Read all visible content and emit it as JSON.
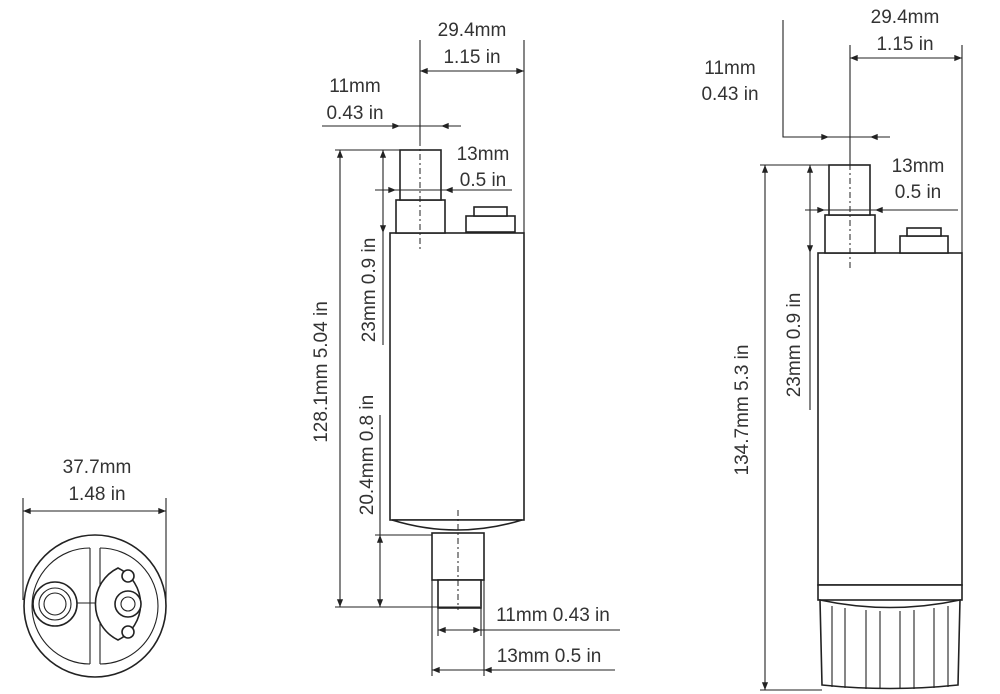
{
  "end_view": {
    "width_mm": "37.7mm",
    "width_in": "1.48 in"
  },
  "side_view_1": {
    "width_mm": "29.4mm",
    "width_in": "1.15 in",
    "top_outlet_inner_mm": "11mm",
    "top_outlet_inner_in": "0.43 in",
    "top_outlet_outer_mm": "13mm",
    "top_outlet_outer_in": "0.5 in",
    "overall_length": "128.1mm 5.04 in",
    "top_outlet_length": "23mm  0.9 in",
    "bottom_inlet_length": "20.4mm  0.8 in",
    "bottom_inner": "11mm 0.43 in",
    "bottom_outer": "13mm 0.5 in"
  },
  "side_view_2": {
    "width_mm": "29.4mm",
    "width_in": "1.15 in",
    "top_outlet_inner_mm": "11mm",
    "top_outlet_inner_in": "0.43 in",
    "top_outlet_outer_mm": "13mm",
    "top_outlet_outer_in": "0.5 in",
    "overall_length": "134.7mm 5.3 in",
    "top_outlet_length": "23mm  0.9 in"
  }
}
